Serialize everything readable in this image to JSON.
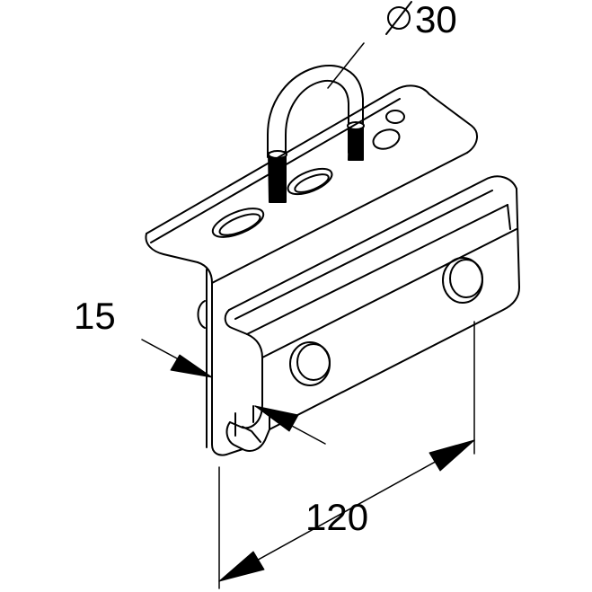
{
  "dimensions": {
    "diameter_symbol": "⌀",
    "diameter_value": "30",
    "thickness_value": "15",
    "length_value": "120"
  },
  "colors": {
    "line": "#000000",
    "background": "#ffffff"
  }
}
